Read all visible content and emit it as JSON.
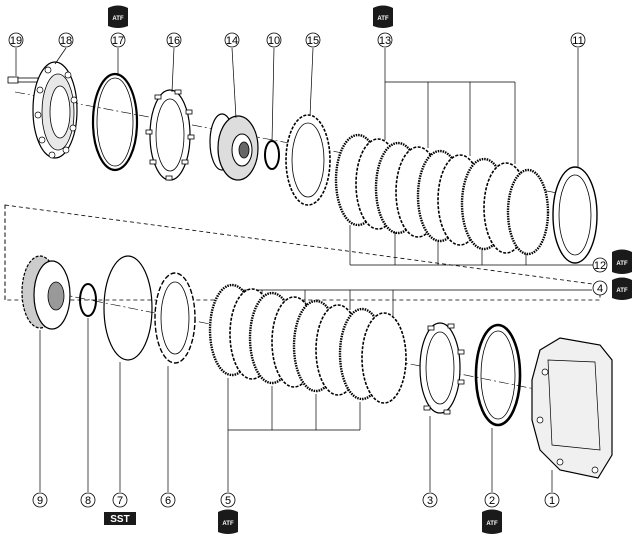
{
  "callouts": {
    "c1": "1",
    "c2": "2",
    "c3": "3",
    "c4": "4",
    "c5": "5",
    "c6": "6",
    "c7": "7",
    "c8": "8",
    "c9": "9",
    "c10": "10",
    "c11": "11",
    "c12": "12",
    "c13": "13",
    "c14": "14",
    "c15": "15",
    "c16": "16",
    "c17": "17",
    "c18": "18",
    "c19": "19"
  },
  "badges": {
    "atf": "ATF",
    "sst": "SST"
  },
  "colors": {
    "ink": "#000000",
    "badge_fill": "#1a1a1a",
    "paper": "#ffffff"
  }
}
